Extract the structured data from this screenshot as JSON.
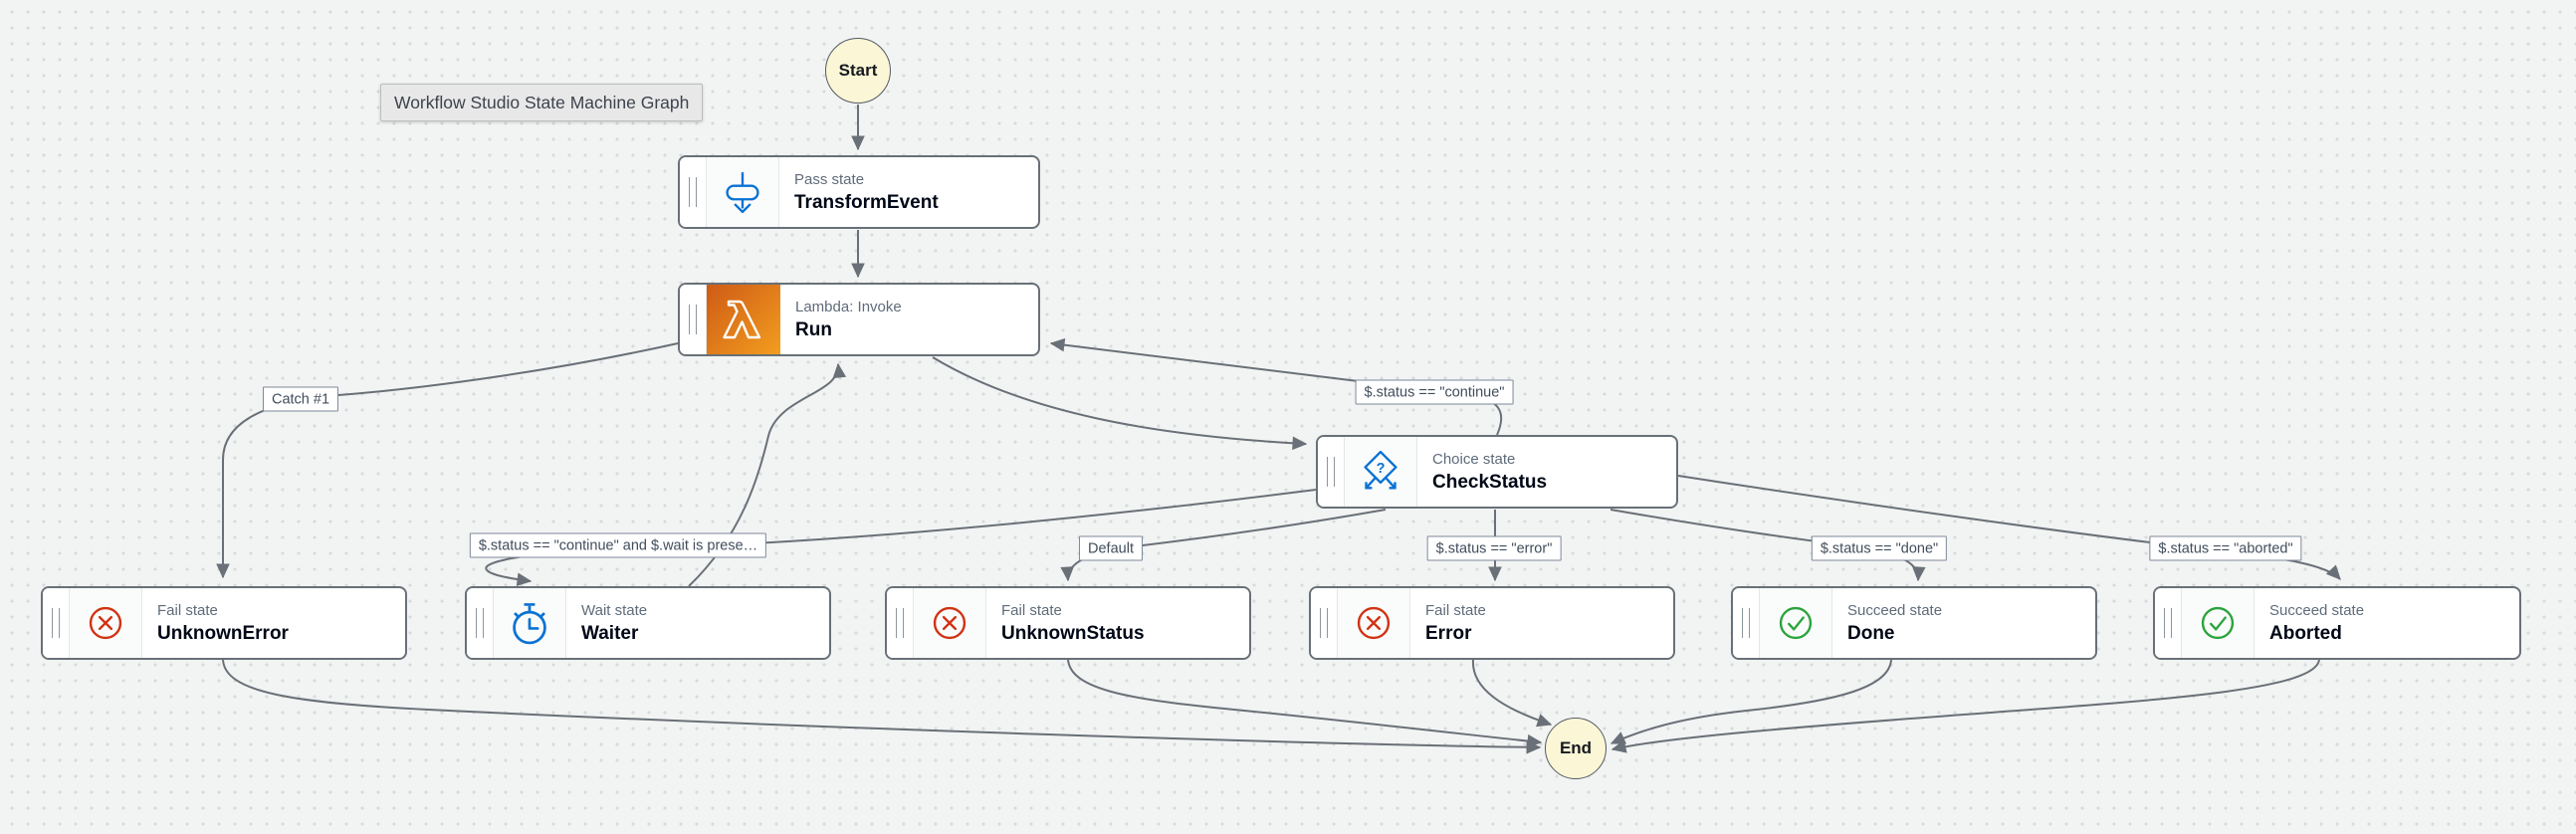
{
  "diagram": {
    "tooltip": "Workflow Studio State Machine Graph",
    "terminals": {
      "start": "Start",
      "end": "End"
    },
    "nodes": [
      {
        "id": "transform-event",
        "type": "Pass state",
        "name": "TransformEvent",
        "icon": "pass-icon"
      },
      {
        "id": "run",
        "type": "Lambda: Invoke",
        "name": "Run",
        "icon": "lambda-icon"
      },
      {
        "id": "check-status",
        "type": "Choice state",
        "name": "CheckStatus",
        "icon": "choice-icon"
      },
      {
        "id": "unknown-error",
        "type": "Fail state",
        "name": "UnknownError",
        "icon": "fail-icon"
      },
      {
        "id": "waiter",
        "type": "Wait state",
        "name": "Waiter",
        "icon": "wait-icon"
      },
      {
        "id": "unknown-status",
        "type": "Fail state",
        "name": "UnknownStatus",
        "icon": "fail-icon"
      },
      {
        "id": "error",
        "type": "Fail state",
        "name": "Error",
        "icon": "fail-icon"
      },
      {
        "id": "done",
        "type": "Succeed state",
        "name": "Done",
        "icon": "succeed-icon"
      },
      {
        "id": "aborted",
        "type": "Succeed state",
        "name": "Aborted",
        "icon": "succeed-icon"
      }
    ],
    "edge_labels": [
      {
        "id": "catch-1",
        "text": "Catch #1"
      },
      {
        "id": "status-continue",
        "text": "$.status == \"continue\""
      },
      {
        "id": "status-continue-wait",
        "text": "$.status == \"continue\" and $.wait is prese…"
      },
      {
        "id": "default",
        "text": "Default"
      },
      {
        "id": "status-error",
        "text": "$.status == \"error\""
      },
      {
        "id": "status-done",
        "text": "$.status == \"done\""
      },
      {
        "id": "status-aborted",
        "text": "$.status == \"aborted\""
      }
    ],
    "colors": {
      "accent_blue": "#0972d3",
      "fail_red": "#d13212",
      "succeed_green": "#2ba43c",
      "edge_gray": "#697077",
      "terminal_fill": "#fbf6d5",
      "lambda_orange": "#ed7100"
    }
  }
}
